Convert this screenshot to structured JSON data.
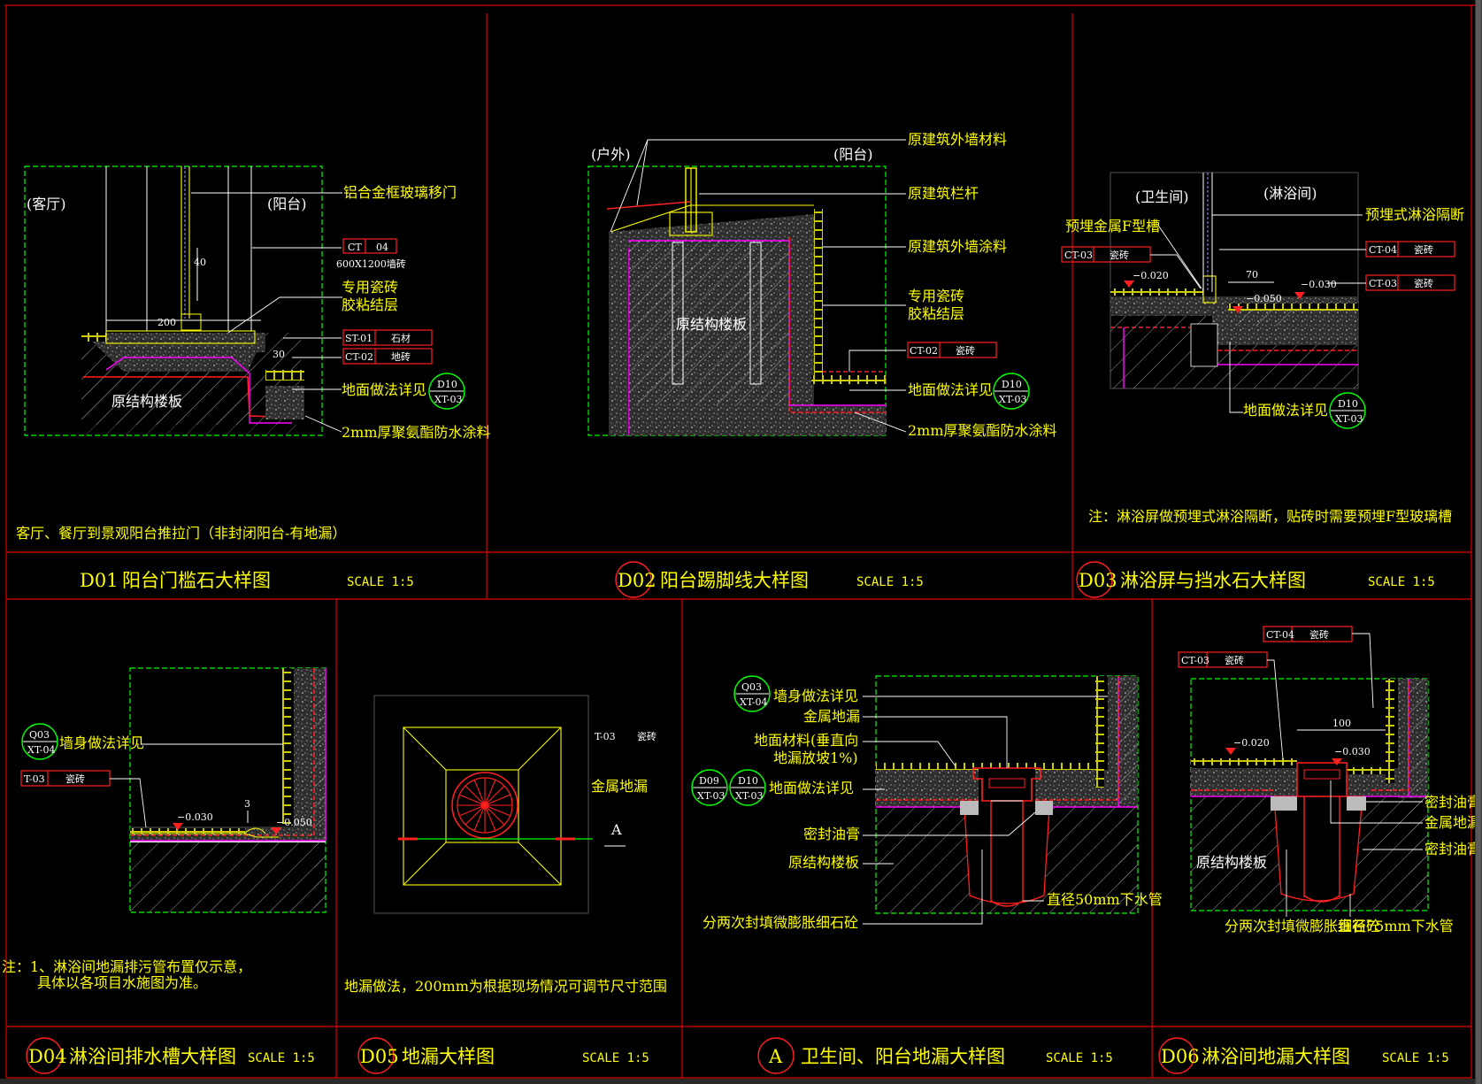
{
  "colors": {
    "bg": "#000000",
    "frame": "#e00000",
    "text": "#ffff00",
    "white": "#ffffff",
    "green": "#00ff00",
    "magenta": "#ff00ff",
    "tag": "#ff2020"
  },
  "labels": {
    "keting": "(客厅)",
    "yangtai": "(阳台)",
    "huwai": "(户外)",
    "weishengjian": "(卫生间)",
    "linyujian": "(淋浴间)",
    "lvhejin": "铝合金框玻璃移门",
    "cizhuan_size": "600X1200墙砖",
    "zhuanyong1": "专用瓷砖",
    "zhuanyong2": "胶粘结层",
    "yuanjiegou": "原结构楼板",
    "dimian": "地面做法详见",
    "fangshui": "2mm厚聚氨酯防水涂料",
    "waiqiang": "原建筑外墙材料",
    "langan": "原建筑栏杆",
    "tuliao": "原建筑外墙涂料",
    "yumai": "预埋金属F型槽",
    "yumaishi": "预埋式淋浴隔断",
    "qiangshen": "墙身做法详见",
    "jinshu": "金属地漏",
    "dimiancailiao1": "地面材料(垂直向",
    "dimiancailiao2": "地漏放坡1%)",
    "mifeng": "密封油膏",
    "fenliang": "分两次封填微膨胀细石砼",
    "zhijing50": "直径50mm下水管",
    "zhijing75": "直径75mm下水管",
    "cizhuan": "瓷砖",
    "shicai": "石材",
    "dizhuan": "地砖",
    "section_A": "A"
  },
  "codes": {
    "CT": "CT",
    "n04": "04",
    "ST01": "ST-01",
    "CT02": "CT-02",
    "CT03": "CT-03",
    "CT04": "CT-04",
    "T03": "T-03",
    "D10": "D10",
    "XT03": "XT-03",
    "Q03": "Q03",
    "XT04": "XT-04",
    "D09": "D09"
  },
  "dims": {
    "d40": "40",
    "d200": "200",
    "d30": "30",
    "d70": "70",
    "d100": "100",
    "d3": "3",
    "e020": "−0.020",
    "e030": "−0.030",
    "e050": "−0.050"
  },
  "notes": {
    "d01": "客厅、餐厅到景观阳台推拉门（非封闭阳台-有地漏）",
    "d03": "注：淋浴屏做预埋式淋浴隔断，贴砖时需要预埋F型玻璃槽",
    "d04a": "注：1、淋浴间地漏排污管布置仅示意，",
    "d04b": "具体以各项目水施图为准。",
    "d05": "地漏做法，200mm为根据现场情况可调节尺寸范围"
  },
  "titles": {
    "d01": {
      "code": "D01",
      "name": "阳台门槛石大样图",
      "scale": "SCALE 1:5"
    },
    "d02": {
      "code": "D02",
      "name": "阳台踢脚线大样图",
      "scale": "SCALE 1:5"
    },
    "d03": {
      "code": "D03",
      "name": "淋浴屏与挡水石大样图",
      "scale": "SCALE 1:5"
    },
    "d04": {
      "code": "D04",
      "name": "淋浴间排水槽大样图",
      "scale": "SCALE 1:5"
    },
    "d05": {
      "code": "D05",
      "name": "地漏大样图",
      "scale": "SCALE 1:5"
    },
    "a": {
      "code": "A",
      "name": "卫生间、阳台地漏大样图",
      "scale": "SCALE 1:5"
    },
    "d06": {
      "code": "D06",
      "name": "淋浴间地漏大样图",
      "scale": "SCALE 1:5"
    }
  }
}
